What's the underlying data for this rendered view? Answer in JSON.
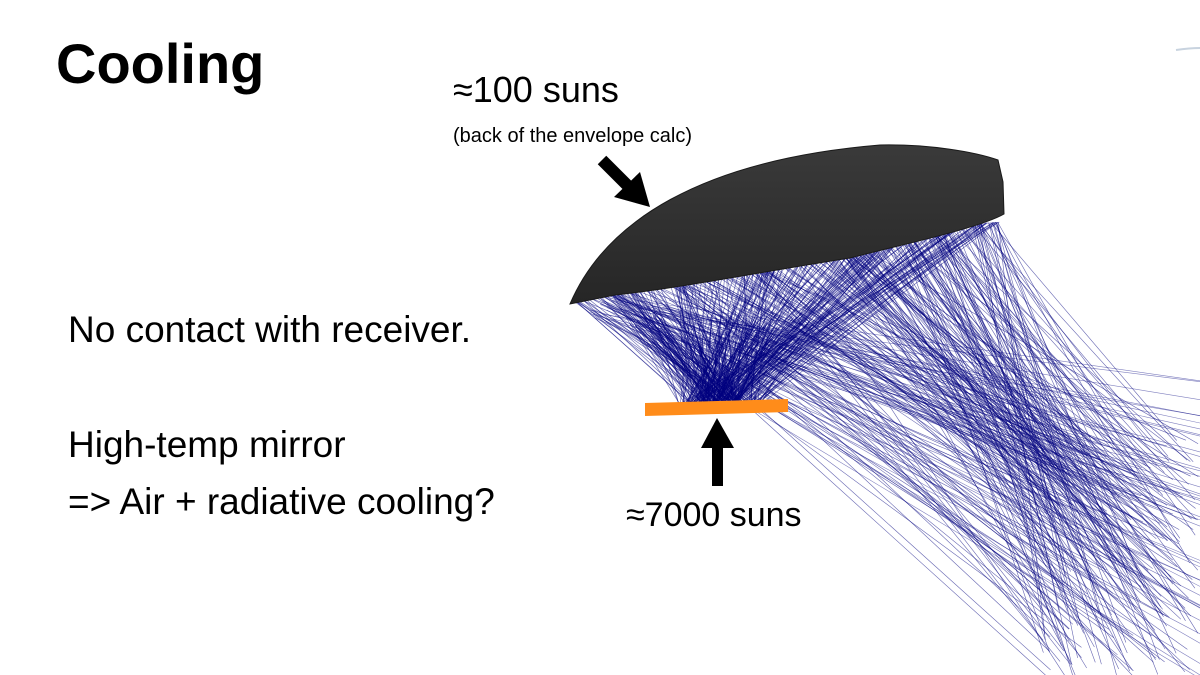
{
  "slide": {
    "title": "Cooling",
    "annotation_top": "≈100 suns",
    "annotation_top_sub": "(back of the envelope calc)",
    "annotation_bottom": "≈7000 suns",
    "body_lines": [
      "No contact with receiver.",
      "High-temp mirror",
      "=> Air + radiative cooling?"
    ]
  },
  "colors": {
    "rays": "#00007f",
    "mirror": "#333333",
    "receiver": "#ff8c1a",
    "arrows": "#000000"
  }
}
